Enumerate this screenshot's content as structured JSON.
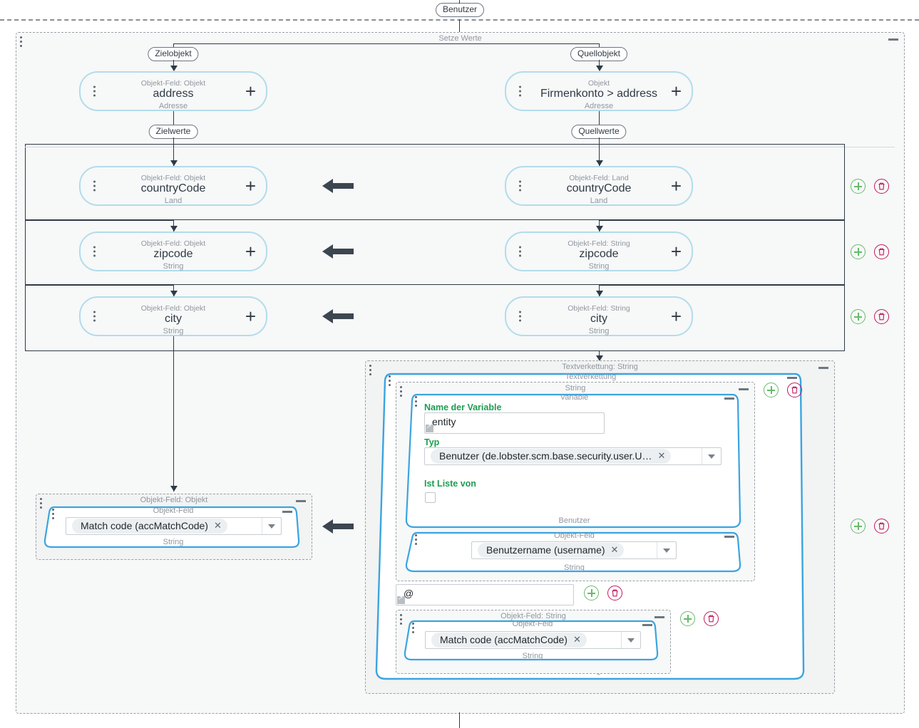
{
  "scope": {
    "label": "Benutzer"
  },
  "outer_block": {
    "title": "Setze Werte",
    "collapse": "minus-icon"
  },
  "connectors": {
    "target_object": "Zielobjekt",
    "source_object": "Quellobjekt",
    "target_values": "Zielwerte",
    "source_values": "Quellwerte"
  },
  "nodes": {
    "target_address": {
      "type": "Objekt-Feld: Objekt",
      "name": "address",
      "datatype": "Adresse"
    },
    "source_address": {
      "type": "Objekt",
      "name": "Firmenkonto > address",
      "datatype": "Adresse"
    }
  },
  "mapping_rows": [
    {
      "target": {
        "type": "Objekt-Feld: Objekt",
        "name": "countryCode",
        "datatype": "Land"
      },
      "source": {
        "type": "Objekt-Feld: Land",
        "name": "countryCode",
        "datatype": "Land"
      },
      "arrow": "arrow-left-icon",
      "add": "add-icon",
      "delete": "delete-icon"
    },
    {
      "target": {
        "type": "Objekt-Feld: Objekt",
        "name": "zipcode",
        "datatype": "String"
      },
      "source": {
        "type": "Objekt-Feld: String",
        "name": "zipcode",
        "datatype": "String"
      },
      "arrow": "arrow-left-icon",
      "add": "add-icon",
      "delete": "delete-icon"
    },
    {
      "target": {
        "type": "Objekt-Feld: Objekt",
        "name": "city",
        "datatype": "String"
      },
      "source": {
        "type": "Objekt-Feld: String",
        "name": "city",
        "datatype": "String"
      },
      "arrow": "arrow-left-icon",
      "add": "add-icon",
      "delete": "delete-icon"
    }
  ],
  "target_matchcode_block": {
    "outer_title": "Objekt-Feld: Objekt",
    "inner_title": "Objekt-Feld",
    "field_value": "Match code (accMatchCode)",
    "clear": "clear-icon",
    "caret": "chevron-down-icon",
    "footer": "String",
    "arrow": "arrow-left-icon"
  },
  "concat_block": {
    "outer_title": "Textverkettung: String",
    "inner_title": "Textverkettung",
    "footer": "String",
    "add": "add-icon",
    "delete": "delete-icon",
    "part1": {
      "outer_title": "String",
      "variable": {
        "title": "Variable",
        "name_label": "Name der Variable",
        "name_value": "entity",
        "type_label": "Typ",
        "type_value": "Benutzer (de.lobster.scm.base.security.user.U…",
        "type_clear": "clear-icon",
        "type_caret": "chevron-down-icon",
        "list_label": "Ist Liste von",
        "list_checked": false,
        "footer": "Benutzer"
      },
      "objfield": {
        "title": "Objekt-Feld",
        "value": "Benutzername (username)",
        "clear": "clear-icon",
        "caret": "chevron-down-icon",
        "footer": "String"
      }
    },
    "separator_text": {
      "value": "@",
      "add": "add-icon",
      "delete": "delete-icon"
    },
    "part3": {
      "outer_title": "Objekt-Feld: String",
      "inner_title": "Objekt-Feld",
      "value": "Match code (accMatchCode)",
      "clear": "clear-icon",
      "caret": "chevron-down-icon",
      "footer": "String",
      "add": "add-icon",
      "delete": "delete-icon"
    }
  }
}
